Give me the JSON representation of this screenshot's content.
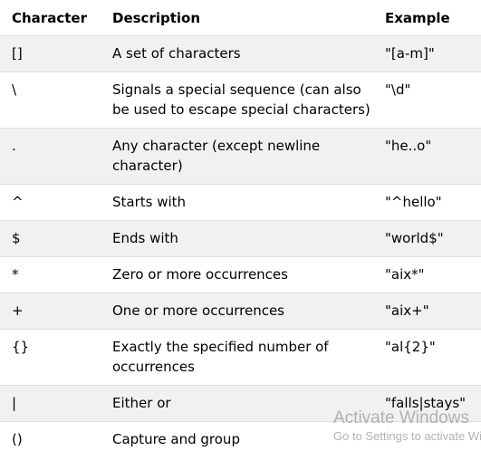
{
  "table": {
    "headers": {
      "character": "Character",
      "description": "Description",
      "example": "Example"
    },
    "rows": [
      {
        "character": "[]",
        "description": "A set of characters",
        "example": "\"[a-m]\""
      },
      {
        "character": "\\",
        "description": "Signals a special sequence (can also be used to escape special characters)",
        "example": "\"\\d\""
      },
      {
        "character": ".",
        "description": "Any character (except newline character)",
        "example": "\"he..o\""
      },
      {
        "character": "^",
        "description": "Starts with",
        "example": "\"^hello\""
      },
      {
        "character": "$",
        "description": "Ends with",
        "example": "\"world$\""
      },
      {
        "character": "*",
        "description": "Zero or more occurrences",
        "example": "\"aix*\""
      },
      {
        "character": "+",
        "description": "One or more occurrences",
        "example": "\"aix+\""
      },
      {
        "character": "{}",
        "description": "Exactly the specified number of occurrences",
        "example": "\"al{2}\""
      },
      {
        "character": "|",
        "description": "Either or",
        "example": "\"falls|stays\""
      },
      {
        "character": "()",
        "description": "Capture and group",
        "example": ""
      }
    ]
  },
  "watermark": {
    "title": "Activate Windows",
    "subtitle": "Go to Settings to activate Windows."
  },
  "colors": {
    "stripe": "#f1f1f1",
    "border": "#dddddd",
    "watermark_text": "#a6a6a6"
  }
}
